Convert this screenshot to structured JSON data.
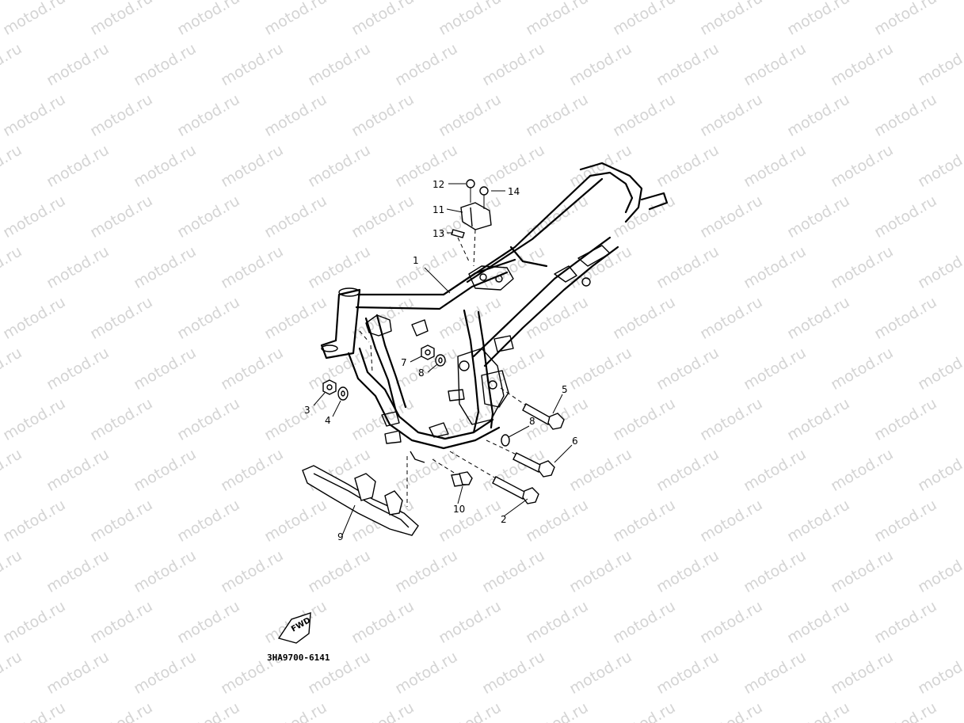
{
  "watermark": {
    "text": "motod.ru"
  },
  "diagram": {
    "code": "3HA9700-6141",
    "direction_badge": "FWD",
    "parts": [
      {
        "id": "1",
        "label": "1"
      },
      {
        "id": "2",
        "label": "2"
      },
      {
        "id": "3",
        "label": "3"
      },
      {
        "id": "4",
        "label": "4"
      },
      {
        "id": "5",
        "label": "5"
      },
      {
        "id": "6",
        "label": "6"
      },
      {
        "id": "7",
        "label": "7"
      },
      {
        "id": "8a",
        "label": "8"
      },
      {
        "id": "8b",
        "label": "8"
      },
      {
        "id": "9",
        "label": "9"
      },
      {
        "id": "10",
        "label": "10"
      },
      {
        "id": "11",
        "label": "11"
      },
      {
        "id": "12",
        "label": "12"
      },
      {
        "id": "13",
        "label": "13"
      },
      {
        "id": "14",
        "label": "14"
      }
    ]
  }
}
